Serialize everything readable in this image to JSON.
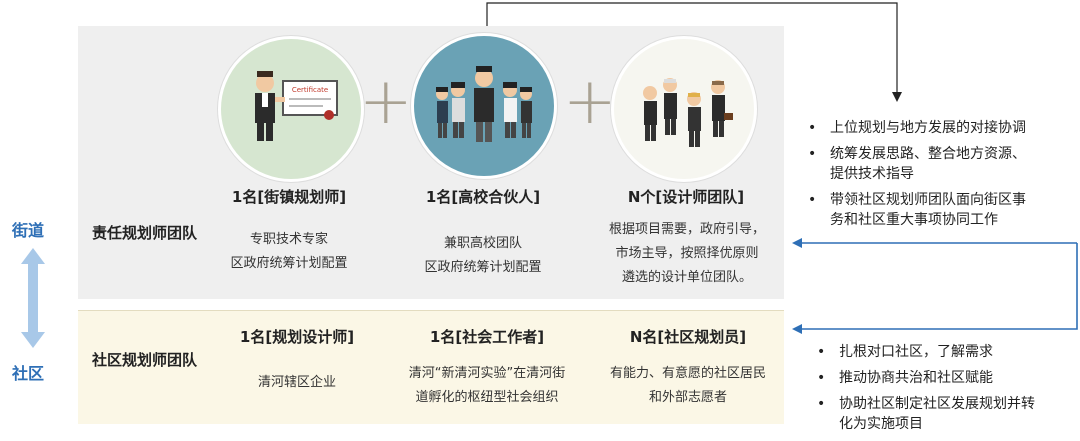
{
  "side_labels": {
    "top": "街道",
    "bottom": "社区"
  },
  "responsible_team": {
    "label": "责任规划师团队",
    "roles": [
      {
        "title": "1名[街镇规划师]",
        "desc": [
          "专职技术专家",
          "区政府统筹计划配置"
        ]
      },
      {
        "title": "1名[高校合伙人]",
        "desc": [
          "兼职高校团队",
          "区政府统筹计划配置"
        ]
      },
      {
        "title": "N个[设计师团队]",
        "desc": [
          "根据项目需要，政府引导，",
          "市场主导，按照择优原则",
          "遴选的设计单位团队。"
        ]
      }
    ]
  },
  "community_team": {
    "label": "社区规划师团队",
    "roles": [
      {
        "title": "1名[规划设计师]",
        "desc": [
          "清河辖区企业"
        ]
      },
      {
        "title": "1名[社会工作者]",
        "desc": [
          "清河“新清河实验”在清河街",
          "道孵化的枢纽型社会组织"
        ]
      },
      {
        "title": "N名[社区规划员]",
        "desc": [
          "有能力、有意愿的社区居民",
          "和外部志愿者"
        ]
      }
    ]
  },
  "plus_sign": "+",
  "certificate_text": "Certificate",
  "top_bullets": [
    [
      "上位规划与地方发展的对接协调"
    ],
    [
      "统筹发展思路、整合地方资源、",
      "提供技术指导"
    ],
    [
      "带领社区规划师团队面向街区事",
      "务和社区重大事项协同工作"
    ]
  ],
  "bottom_bullets": [
    [
      "扎根对口社区，了解需求"
    ],
    [
      "推动协商共治和社区赋能"
    ],
    [
      "协助社区制定社区发展规划并转",
      "化为实施项目"
    ]
  ],
  "colors": {
    "accent_blue": "#2e6fb6",
    "arrow_light": "#a8c8e8",
    "panel_gray": "#efefef",
    "panel_cream": "#fbf7e6"
  }
}
